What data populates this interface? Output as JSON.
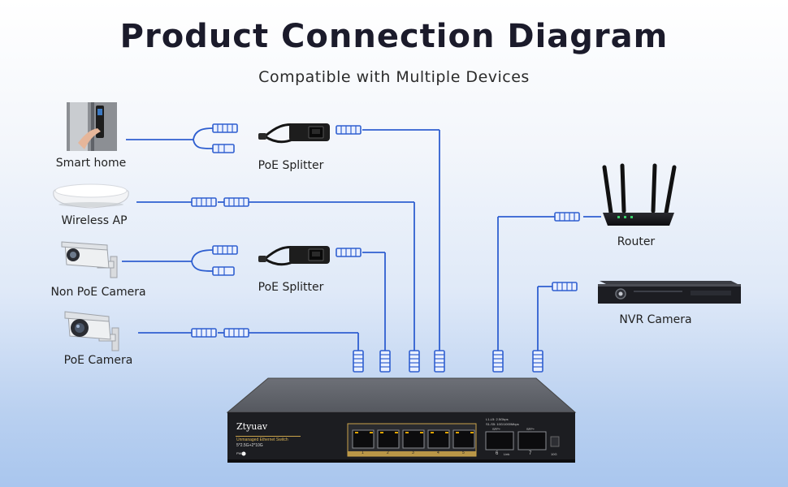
{
  "header": {
    "title": "Product Connection Diagram",
    "subtitle": "Compatible with Multiple Devices"
  },
  "devices": {
    "smart_home": "Smart home",
    "wireless_ap": "Wireless AP",
    "non_poe_camera": "Non PoE Camera",
    "poe_camera": "PoE Camera",
    "router": "Router",
    "nvr_camera": "NVR Camera"
  },
  "splitters": {
    "top": "PoE Splitter",
    "bottom": "PoE Splitter"
  },
  "switch": {
    "brand": "Ztyuav",
    "model": "Unmanaged Ethernet Switch",
    "spec": "5*2.5G+2*10G",
    "power": "PWR",
    "legend_line1": "L1-L5: 2.5Gbps",
    "legend_line2": "S1-S5: 10G/1000Mbps",
    "port_labels": [
      "1",
      "2",
      "3",
      "4",
      "5"
    ],
    "sfp_label_1": "SFP+",
    "sfp_label_2": "SFP+",
    "sfp_numbers": [
      "6",
      "7"
    ],
    "sfp_link": "Link",
    "dip_label": "10G"
  },
  "colors": {
    "cable": "#2f5fd0",
    "connector": "#3b6fe0",
    "switch_body": "#5c5f66",
    "switch_front": "#1c1d21"
  }
}
